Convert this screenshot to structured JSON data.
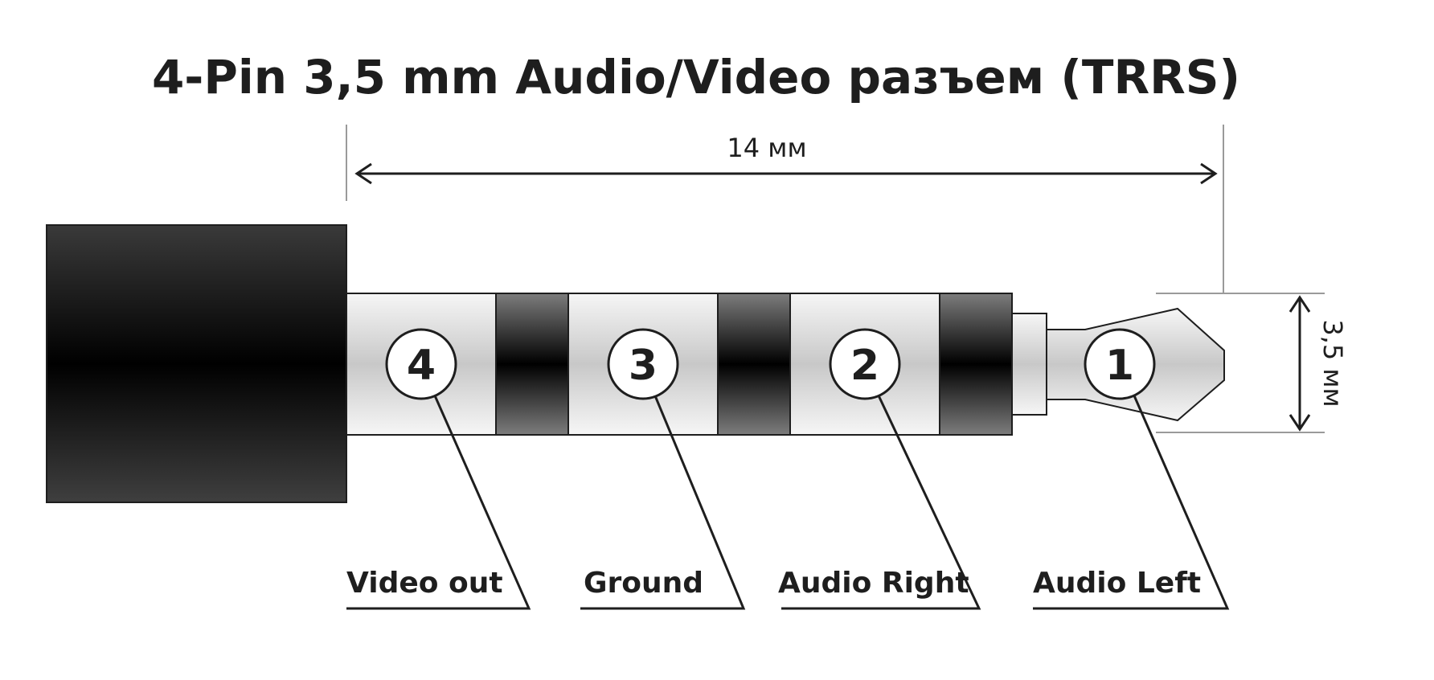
{
  "title": "4-Pin 3,5 mm Audio/Video разъем (TRRS)",
  "dimensions": {
    "length": "14 мм",
    "diameter": "3,5 мм"
  },
  "pins": [
    {
      "number": "4",
      "label": "Video out"
    },
    {
      "number": "3",
      "label": "Ground"
    },
    {
      "number": "2",
      "label": "Audio Right"
    },
    {
      "number": "1",
      "label": "Audio Left"
    }
  ],
  "colors": {
    "text": "#1e1e1e",
    "line": "#1e1e1e",
    "guide": "#9a9a9a",
    "dark_band": "#000000",
    "light_band": "#ffffff"
  }
}
